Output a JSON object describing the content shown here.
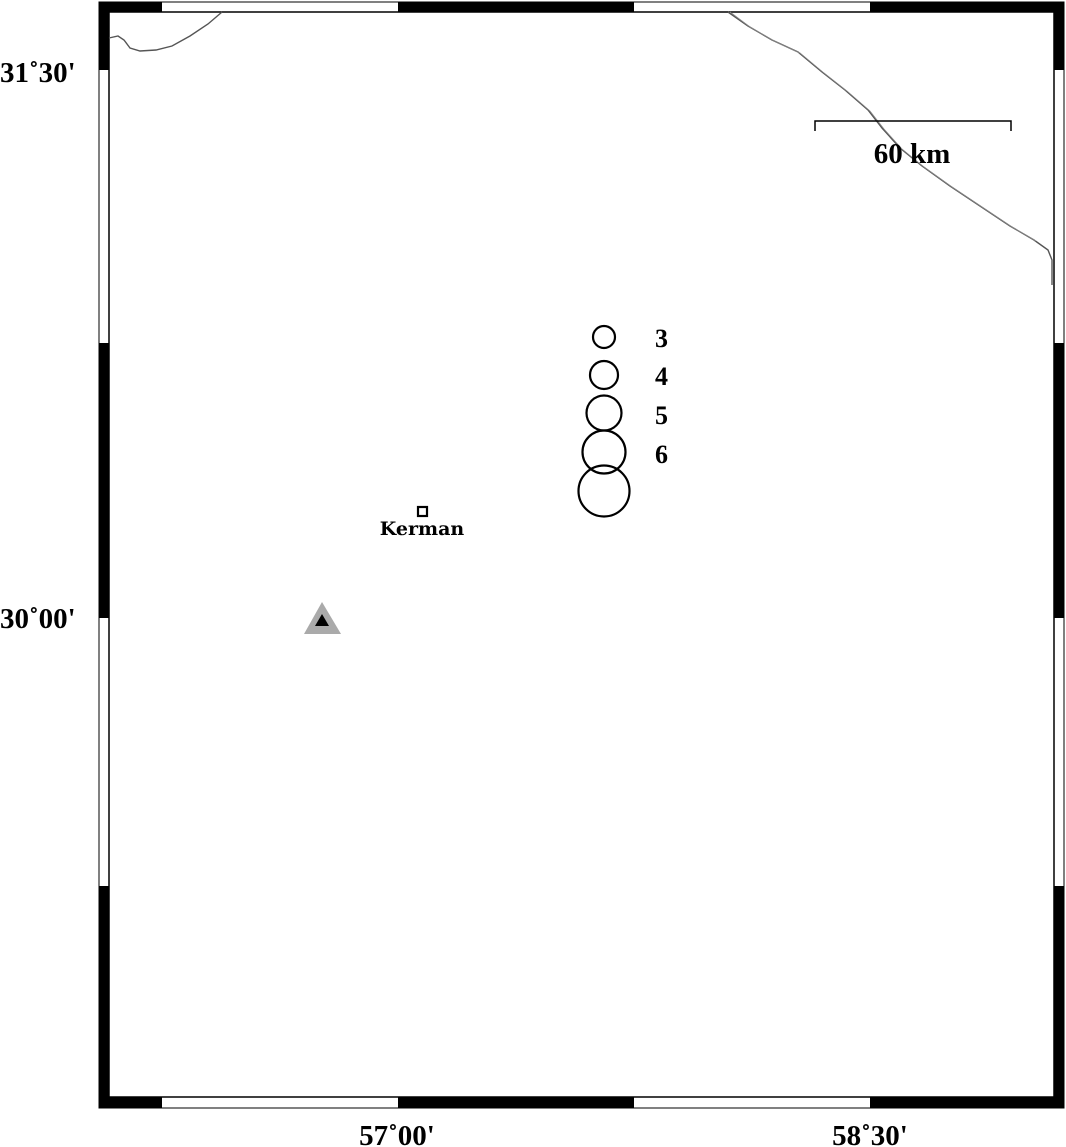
{
  "map": {
    "axes": {
      "longitude_ticks": [
        "57˚00'",
        "58˚30'"
      ],
      "latitude_ticks": [
        "31˚30'",
        "30˚00'"
      ]
    },
    "scale_bar": {
      "label": "60 km"
    },
    "city": {
      "name": "Kerman"
    },
    "station": {
      "symbol": "triangle",
      "outer_color": "#aaaaaa",
      "inner_color": "#000000"
    },
    "magnitude_legend": {
      "entries": [
        {
          "magnitude": 3,
          "label": "3"
        },
        {
          "magnitude": 4,
          "label": "4"
        },
        {
          "magnitude": 5,
          "label": "5"
        },
        {
          "magnitude": 6,
          "label": "6"
        },
        {
          "magnitude": 7,
          "label": ""
        }
      ]
    },
    "colors": {
      "frame": "#000000",
      "border_line": "#555555",
      "background": "#ffffff"
    }
  }
}
